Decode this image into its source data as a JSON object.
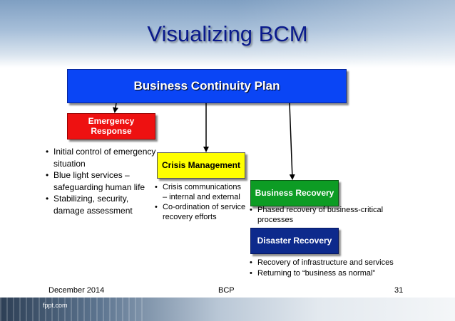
{
  "slide": {
    "title": "Visualizing BCM"
  },
  "diagram": {
    "root": {
      "label": "Business Continuity Plan"
    },
    "emergency_response": {
      "label": "Emergency Response",
      "color": "#ee1111",
      "bullets": [
        "Initial control of emergency situation",
        "Blue light services – safeguarding human life",
        "Stabilizing, security, damage assessment"
      ]
    },
    "crisis_management": {
      "label": "Crisis Management",
      "color": "#ffff00",
      "bullets": [
        "Crisis communications – internal and external",
        "Co-ordination of service recovery efforts"
      ]
    },
    "business_recovery": {
      "label": "Business Recovery",
      "color": "#0d9c24",
      "bullets": [
        "Phased recovery of business-critical processes"
      ]
    },
    "disaster_recovery": {
      "label": "Disaster Recovery",
      "color": "#0d2a8c",
      "bullets": [
        "Recovery of infrastructure and services",
        "Returning to “business as normal”"
      ]
    },
    "edges": [
      {
        "from": "Business Continuity Plan",
        "to": "Emergency Response"
      },
      {
        "from": "Business Continuity Plan",
        "to": "Crisis Management"
      },
      {
        "from": "Business Continuity Plan",
        "to": "Business Recovery"
      }
    ]
  },
  "footer": {
    "date": "December 2014",
    "center": "BCP",
    "page": "31",
    "logo": "fppt.com"
  },
  "colors": {
    "title": "#0a1a8c",
    "root_box": "#0a45f5"
  }
}
